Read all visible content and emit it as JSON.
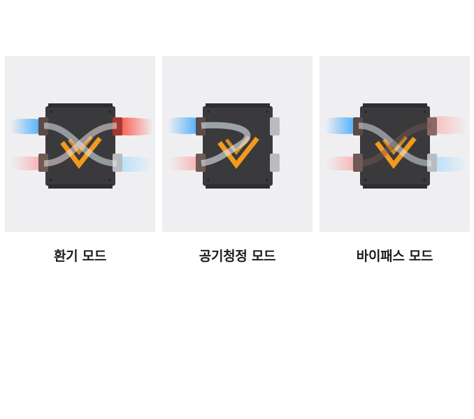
{
  "modes": [
    {
      "label": "환기 모드",
      "flow": "cross",
      "colors": {
        "fresh": "#1e9bff",
        "exhaust": "#ff2a1a"
      }
    },
    {
      "label": "공기청정 모드",
      "flow": "recirculate",
      "colors": {
        "fresh": "#1e9bff",
        "exhaust": "#ff2a1a"
      }
    },
    {
      "label": "바이패스 모드",
      "flow": "bypass",
      "colors": {
        "fresh": "#1e9bff",
        "exhaust": "#ff2a1a"
      }
    }
  ],
  "palette": {
    "unit_body": "#3a3a3c",
    "core_accent": "#f39a1e",
    "card_bg": "#efeff1"
  }
}
